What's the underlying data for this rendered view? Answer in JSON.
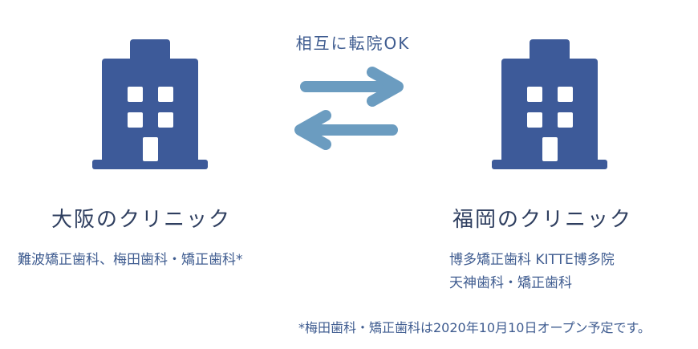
{
  "transfer_label": "相互に転院OK",
  "colors": {
    "building": "#3d5a99",
    "arrow": "#6b9cc0",
    "text": "#3f5c90",
    "title": "#2e3e5f"
  },
  "left": {
    "title": "大阪のクリニック",
    "clinics": [
      "難波矯正歯科、梅田歯科・矯正歯科*"
    ]
  },
  "right": {
    "title": "福岡のクリニック",
    "clinics": [
      "博多矯正歯科 KITTE博多院",
      "天神歯科・矯正歯科"
    ]
  },
  "footnote": "*梅田歯科・矯正歯科は2020年10月10日オープン予定です。"
}
